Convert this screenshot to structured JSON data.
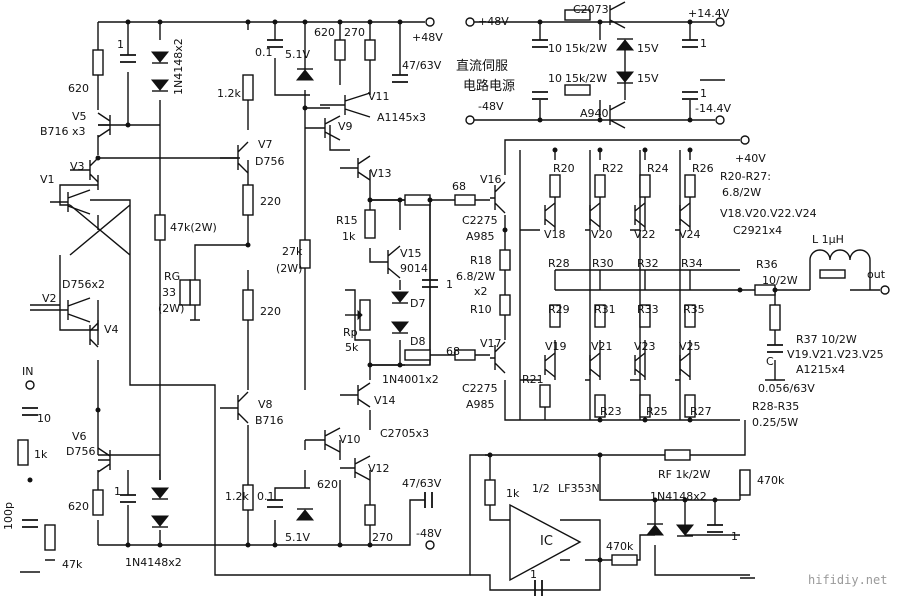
{
  "labels": {
    "pwr_plus48": "+48V",
    "c2073": "C2073",
    "pwr_plus14": "+14.4V",
    "r15k_top": "15k/2W",
    "z15v_top": "15V",
    "c10_top": "10",
    "c1_right_top": "1",
    "cn_supply_1": "直流伺服",
    "cn_supply_2": "电路电源",
    "c10_bot": "10",
    "r15k_bot": "15k/2W",
    "z15v_bot": "15V",
    "c1_right_bot": "1",
    "pwr_minus48_top": "-48V",
    "a940": "A940",
    "pwr_minus14": "-14.4V",
    "c1_left": "1",
    "d_top": "1N4148x2",
    "r620_top": "620",
    "v5": "V5",
    "b716x3": "B716 x3",
    "v3": "V3",
    "v1": "V1",
    "d756x2": "D756x2",
    "v2": "V2",
    "v4": "V4",
    "in": "IN",
    "c10_in": "10",
    "r1k_in": "1k",
    "c100p": "100p",
    "r47k": "47k",
    "v6": "V6",
    "d756_v6": "D756",
    "r620_bot": "620",
    "c1_bot": "1",
    "d_bot": "1N4148x2",
    "c01_top": "0.1",
    "z51_top": "5.1V",
    "r1_2k_top": "1.2k",
    "v7": "V7",
    "d756_v7": "D756",
    "r220_a": "220",
    "r47k2w": "47k(2W)",
    "rg": "RG",
    "rg_val": "33",
    "rg_w": "(2W)",
    "r220_b": "220",
    "v8": "V8",
    "b716_v8": "B716",
    "r1_2k_bot": "1.2k",
    "c01_bot": "0.1",
    "z51_bot": "5.1V",
    "r620_v11": "620",
    "r270_top": "270",
    "plus48_main": "+48V",
    "c47_63_top": "47/63V",
    "v11": "V11",
    "v9": "V9",
    "a1145": "A1145x3",
    "v13": "V13",
    "r27k": "27k",
    "r27k_w": "(2W)",
    "r15": "R15",
    "r15_val": "1k",
    "v15": "V15",
    "v15_type": "9014",
    "d7": "D7",
    "d8": "D8",
    "c1_mid": "1",
    "rp": "Rp",
    "rp_val": "5k",
    "d1n4001": "1N4001x2",
    "v14": "V14",
    "v10": "V10",
    "c2705": "C2705x3",
    "v12": "V12",
    "r620_v12": "620",
    "r270_bot": "270",
    "c47_63_bot": "47/63V",
    "minus48_main": "-48V",
    "r68_top": "68",
    "v16": "V16",
    "c2275_top": "C2275",
    "a985_top": "A985",
    "r18": "R18",
    "r18_val": "6.8/2W",
    "r18_x2": "x2",
    "r10": "R10",
    "r68_bot": "68",
    "v17": "V17",
    "c2275_bot": "C2275",
    "a985_bot": "A985",
    "plus40": "+40V",
    "r20": "R20",
    "r22": "R22",
    "r24": "R24",
    "r26": "R26",
    "r20_27": "R20-R27:",
    "r20_27_val": "6.8/2W",
    "v18": "V18",
    "v20": "V20",
    "v22": "V22",
    "v24": "V24",
    "v18_list": "V18.V20.V22.V24",
    "c2921": "C2921x4",
    "r28": "R28",
    "r30": "R30",
    "r32": "R32",
    "r34": "R34",
    "r29": "R29",
    "r31": "R31",
    "r33": "R33",
    "r35": "R35",
    "v19": "V19",
    "v21": "V21",
    "v23": "V23",
    "v25": "V25",
    "r21": "R21",
    "r23": "R23",
    "r25": "R25",
    "r27": "R27",
    "r28_35": "R28-R35",
    "r28_35_val": "0.25/5W",
    "r36": "R36",
    "r36_val": "10/2W",
    "l1uh": "L 1μH",
    "out": "out",
    "r37": "R37 10/2W",
    "v19_list": "V19.V21.V23.V25",
    "a1215": "A1215x4",
    "c_out": "C",
    "c_out_val": "0.056/63V",
    "rf": "RF 1k/2W",
    "r470k_right": "470k",
    "opamp_half": "1/2",
    "lf353": "LF353N",
    "r1k_servo": "1k",
    "ic": "IC",
    "d1n4148_servo": "1N4148x2",
    "r470k_bot": "470k",
    "c1_servo": "1",
    "c1_fb": "1",
    "watermark": "hifidiy.net"
  }
}
